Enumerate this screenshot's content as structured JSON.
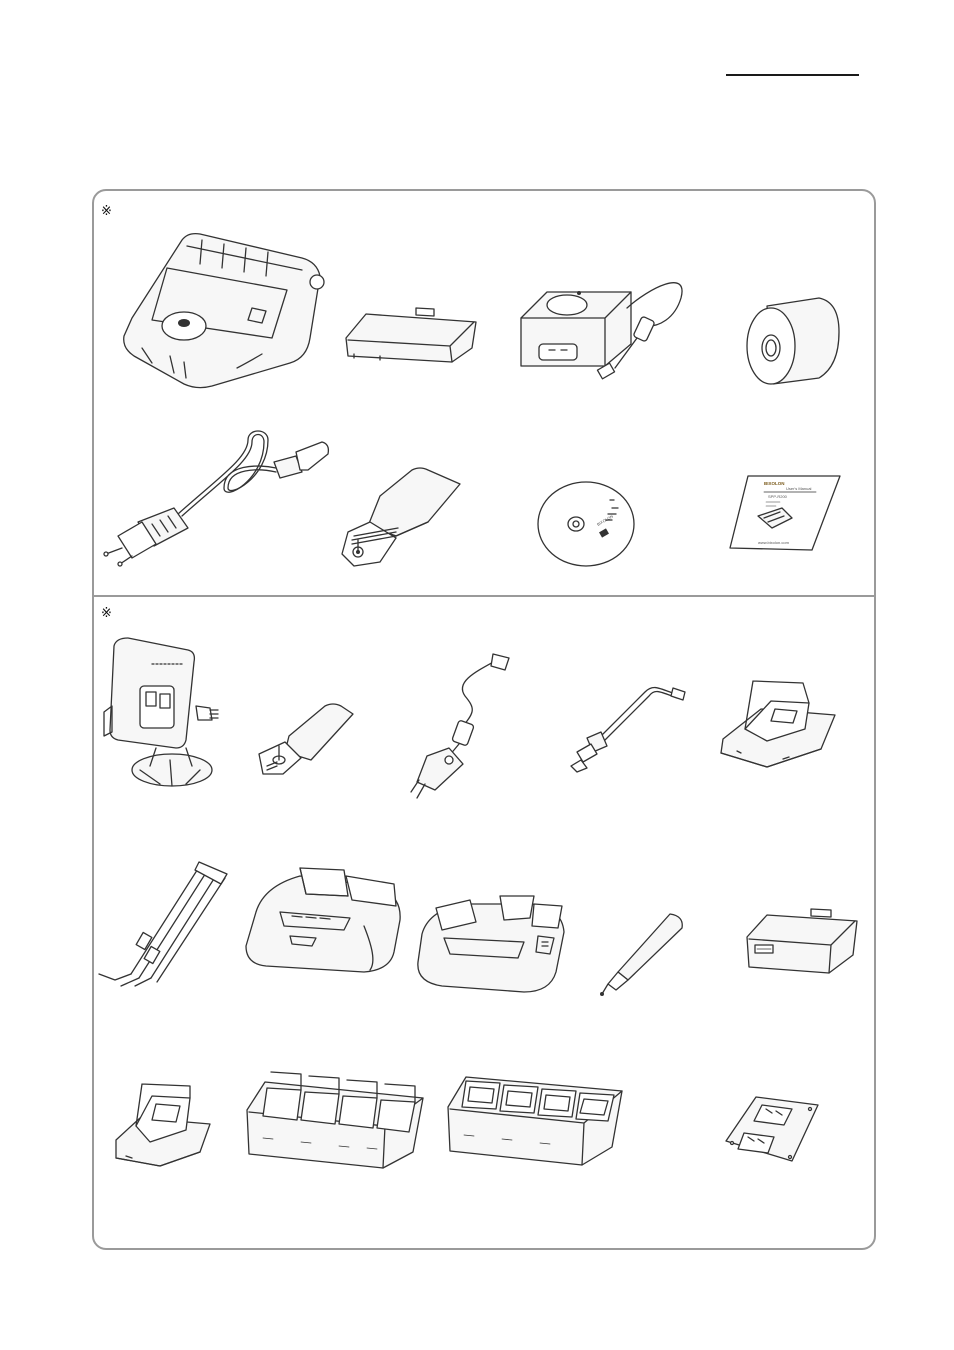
{
  "header": {
    "rule_visible": true
  },
  "sections": [
    {
      "name": "standard-components",
      "marker": "※"
    },
    {
      "name": "optional-components",
      "marker": "※"
    }
  ],
  "manual_cover": {
    "brand": "BIXOLON",
    "title": "User's Manual",
    "model": "SPP-R200",
    "footer": "www.bixolon.com"
  },
  "cd_label": {
    "brand": "BIXOLON"
  }
}
